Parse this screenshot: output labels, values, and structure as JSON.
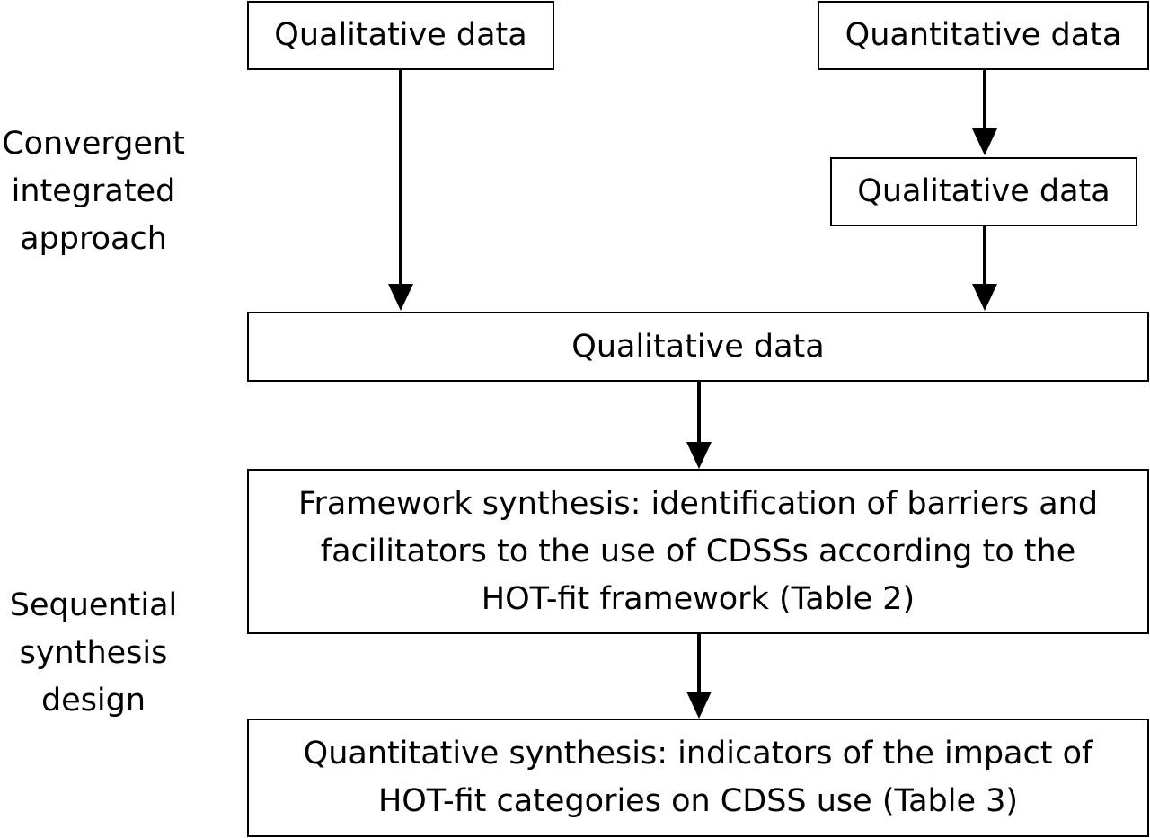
{
  "boxes": {
    "qualitative_top": "Qualitative data",
    "quantitative_top": "Quantitative data",
    "qualitative_transformed": "Qualitative data",
    "qualitative_merged": "Qualitative data",
    "framework_synthesis": [
      "Framework synthesis: identification of barriers and",
      "facilitators to the use of CDSSs according to the",
      "HOT-fit framework (Table 2)"
    ],
    "quantitative_synthesis": [
      "Quantitative synthesis: indicators of the impact of",
      "HOT-fit categories on CDSS use (Table 3)"
    ]
  },
  "side_labels": {
    "convergent": [
      "Convergent",
      "integrated",
      "approach"
    ],
    "sequential": [
      "Sequential",
      "synthesis",
      "design"
    ]
  }
}
